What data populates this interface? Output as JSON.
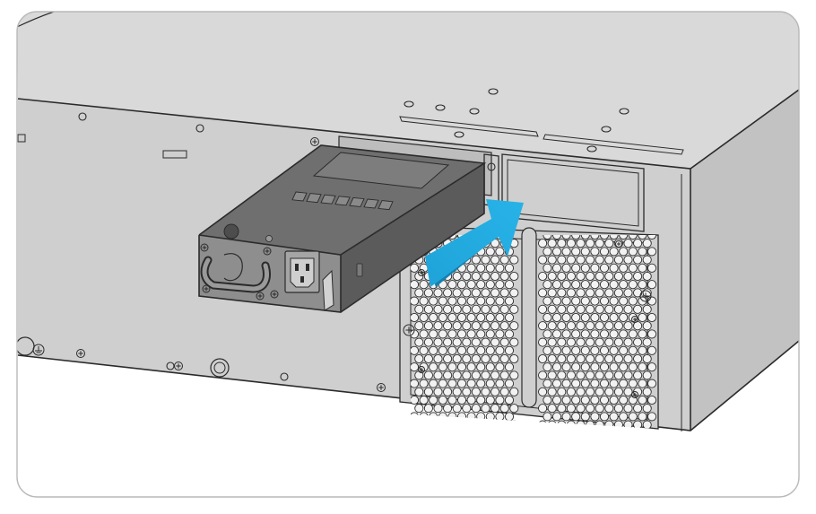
{
  "colors": {
    "background": "#ffffff",
    "frame_stroke": "#b9b9b9",
    "chassis_top": "#d9d9d9",
    "chassis_front": "#cfcfcf",
    "chassis_side": "#c2c2c2",
    "psu_top": "#6f6f6f",
    "psu_front": "#5b5b5b",
    "psu_side": "#4d4d4d",
    "line": "#2b2b2b",
    "arrow": "#1fa3d8",
    "arrow_shade": "#1581b0"
  },
  "icons": {
    "frame": "rounded-frame",
    "chassis": "switch-chassis",
    "psu": "power-supply-module",
    "arrow": "insert-direction-arrow",
    "vent": "fan-vent-grille",
    "ground": "ground-symbol",
    "power_inlet": "c14-power-inlet",
    "handle": "psu-handle"
  }
}
